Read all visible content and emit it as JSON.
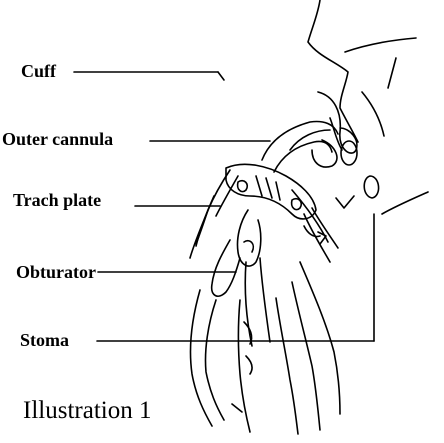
{
  "labels": {
    "cuff": "Cuff",
    "outer_cannula": "Outer cannula",
    "trach_plate": "Trach plate",
    "obturator": "Obturator",
    "stoma": "Stoma"
  },
  "caption": "Illustration 1",
  "colors": {
    "ink": "#000000",
    "background": "#ffffff"
  }
}
